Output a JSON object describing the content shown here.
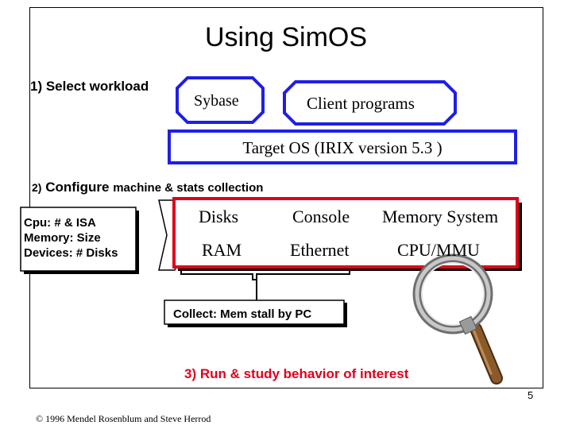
{
  "title": "Using SimOS",
  "step1": {
    "label": "1) Select workload"
  },
  "workload": {
    "sybase": "Sybase",
    "client": "Client programs"
  },
  "target_os": "Target OS (IRIX version 5.3 )",
  "step2": {
    "number": "2)",
    "configure": "Configure",
    "rest": "machine & stats collection"
  },
  "machine_params": {
    "line1": "Cpu:  # & ISA",
    "line2": "Memory: Size",
    "line3": "Devices: # Disks"
  },
  "components": {
    "disks": "Disks",
    "console": "Console",
    "memory_system": "Memory System",
    "ram": "RAM",
    "ethernet": "Ethernet",
    "cpu_mmu": "CPU/MMU"
  },
  "collect": "Collect: Mem stall by PC",
  "step3": {
    "label": "3) Run & study behavior of interest"
  },
  "page_number": "5",
  "footer": "© 1996 Mendel Rosenblum and Steve Herrod",
  "colors": {
    "blue": "#1f1fe6",
    "red": "#e0001b",
    "wood": "#8b5a2b"
  }
}
